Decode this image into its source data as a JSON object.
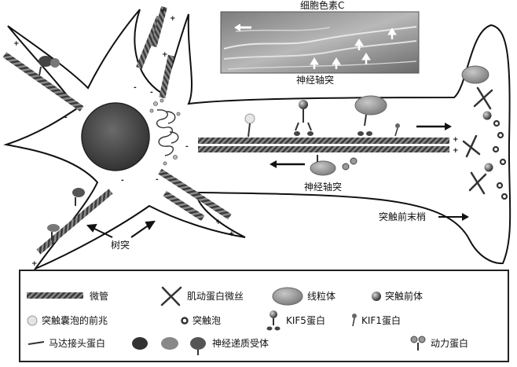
{
  "figure": {
    "micrograph_title": "细胞色素C",
    "micrograph_caption": "神经轴突",
    "axon_label": "神经轴突",
    "dendrite_label": "树突",
    "terminal_label": "突触前末梢",
    "plus_sign": "+",
    "minus_sign": "-"
  },
  "legend": {
    "items": [
      {
        "label": "微管",
        "icon": "microtubule-icon"
      },
      {
        "label": "肌动蛋白微丝",
        "icon": "actin-filament-icon"
      },
      {
        "label": "线粒体",
        "icon": "mitochondrion-icon"
      },
      {
        "label": "突触前体",
        "icon": "presynaptic-body-icon"
      },
      {
        "label": "突触囊泡的前兆",
        "icon": "synaptic-vesicle-precursor-icon"
      },
      {
        "label": "突触泡",
        "icon": "synaptic-vesicle-icon"
      },
      {
        "label": "KIF5蛋白",
        "icon": "kif5-protein-icon"
      },
      {
        "label": "KIF1蛋白",
        "icon": "kif1-protein-icon"
      },
      {
        "label": "马达接头蛋白",
        "icon": "motor-adaptor-protein-icon"
      },
      {
        "label": "神经递质受体",
        "icon": "neurotransmitter-receptor-icon"
      },
      {
        "label": "动力蛋白",
        "icon": "dynein-icon"
      }
    ]
  },
  "colors": {
    "microtubule": "#5a5a5a",
    "mitochondrion": "#9a9a9a",
    "nucleus": "#4a4a4a",
    "outline": "#111111"
  }
}
